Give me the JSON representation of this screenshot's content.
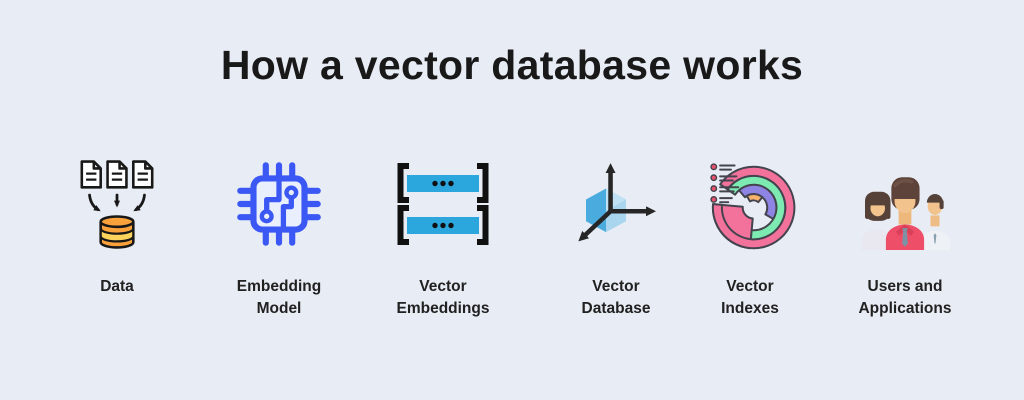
{
  "title": "How a vector database works",
  "nodes": [
    {
      "label": "Data",
      "icon": "documents-to-database-icon"
    },
    {
      "label": "Embedding\nModel",
      "icon": "chip-icon"
    },
    {
      "label": "Vector\nEmbeddings",
      "icon": "bracket-vectors-icon"
    },
    {
      "label": "Vector\nDatabase",
      "icon": "cube-axes-icon"
    },
    {
      "label": "Vector\nIndexes",
      "icon": "radial-index-chart-icon"
    },
    {
      "label": "Users and\nApplications",
      "icon": "users-group-icon"
    }
  ],
  "palette": {
    "background": "#e8ecf4",
    "text": "#191919",
    "outline_black": "#181818",
    "chip_blue": "#3b58f4",
    "chip_fill": "#e9effc",
    "embedding_bar_blue": "#2ba7de",
    "db_orange": "#f9a13b",
    "db_yellow": "#fcd45c",
    "cube_blue_dark": "#4aabdf",
    "cube_blue_light": "#a9d5ee",
    "index_pink": "#f2729c",
    "index_green": "#7deab2",
    "index_purple": "#8e84e3",
    "index_orange": "#f7b26e",
    "shirt_red": "#ee4e68",
    "skin_tan": "#f2c38c",
    "hair_brown": "#5d4339"
  }
}
